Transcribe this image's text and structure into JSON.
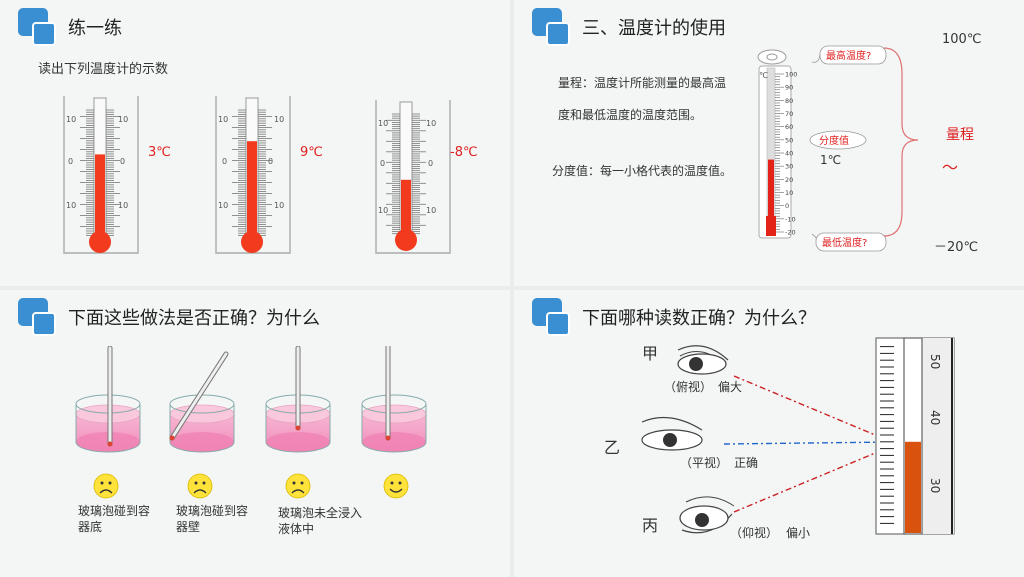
{
  "p1": {
    "title": "练一练",
    "instruction": "读出下列温度计的示数",
    "thermometers": [
      {
        "reading_label": "3℃",
        "value": 3,
        "ticks": [
          "10",
          "10",
          "0",
          "0",
          "10",
          "10"
        ]
      },
      {
        "reading_label": "9℃",
        "value": 9,
        "ticks": [
          "10",
          "10",
          "0",
          "0",
          "10",
          "10"
        ]
      },
      {
        "reading_label": "-8℃",
        "value": -8,
        "ticks": [
          "10",
          "10",
          "0",
          "0",
          "10",
          "10"
        ]
      }
    ]
  },
  "p2": {
    "title": "三、温度计的使用",
    "range_def_1": "量程：温度计所能测量的最高温",
    "range_def_2": "度和最低温度的温度范围。",
    "division_def": "分度值：每一小格代表的温度值。",
    "unit": "℃",
    "scale": [
      "100",
      "90",
      "80",
      "70",
      "60",
      "50",
      "40",
      "30",
      "20",
      "10",
      "0",
      "-10",
      "-20"
    ],
    "callout_max": "最高温度?",
    "callout_div": "分度值",
    "callout_min": "最低温度?",
    "division_value": "1℃",
    "max_label": "100℃",
    "range_label": "量程",
    "tilde": "～",
    "min_label": "－20℃",
    "liquid_value": 35
  },
  "p3": {
    "title": "下面这些做法是否正确？为什么",
    "captions": [
      [
        "玻璃泡碰到容",
        "器底"
      ],
      [
        "玻璃泡碰到容",
        "器壁"
      ],
      [
        "玻璃泡未全浸入",
        "液体中"
      ],
      [
        "",
        ""
      ]
    ],
    "faces": [
      "sad",
      "sad",
      "sad",
      "happy"
    ]
  },
  "p4": {
    "title": "下面哪种读数正确？为什么？",
    "views": [
      {
        "label": "甲",
        "mode": "（俯视）",
        "result": "偏大"
      },
      {
        "label": "乙",
        "mode": "（平视）",
        "result": "正确"
      },
      {
        "label": "丙",
        "mode": "（仰视）",
        "result": "偏小"
      }
    ],
    "scale_labels": [
      "50",
      "40",
      "30"
    ],
    "colors": {
      "look_down": "#cc2222",
      "look_level": "#2266cc",
      "liquid": "#d9530f"
    }
  }
}
